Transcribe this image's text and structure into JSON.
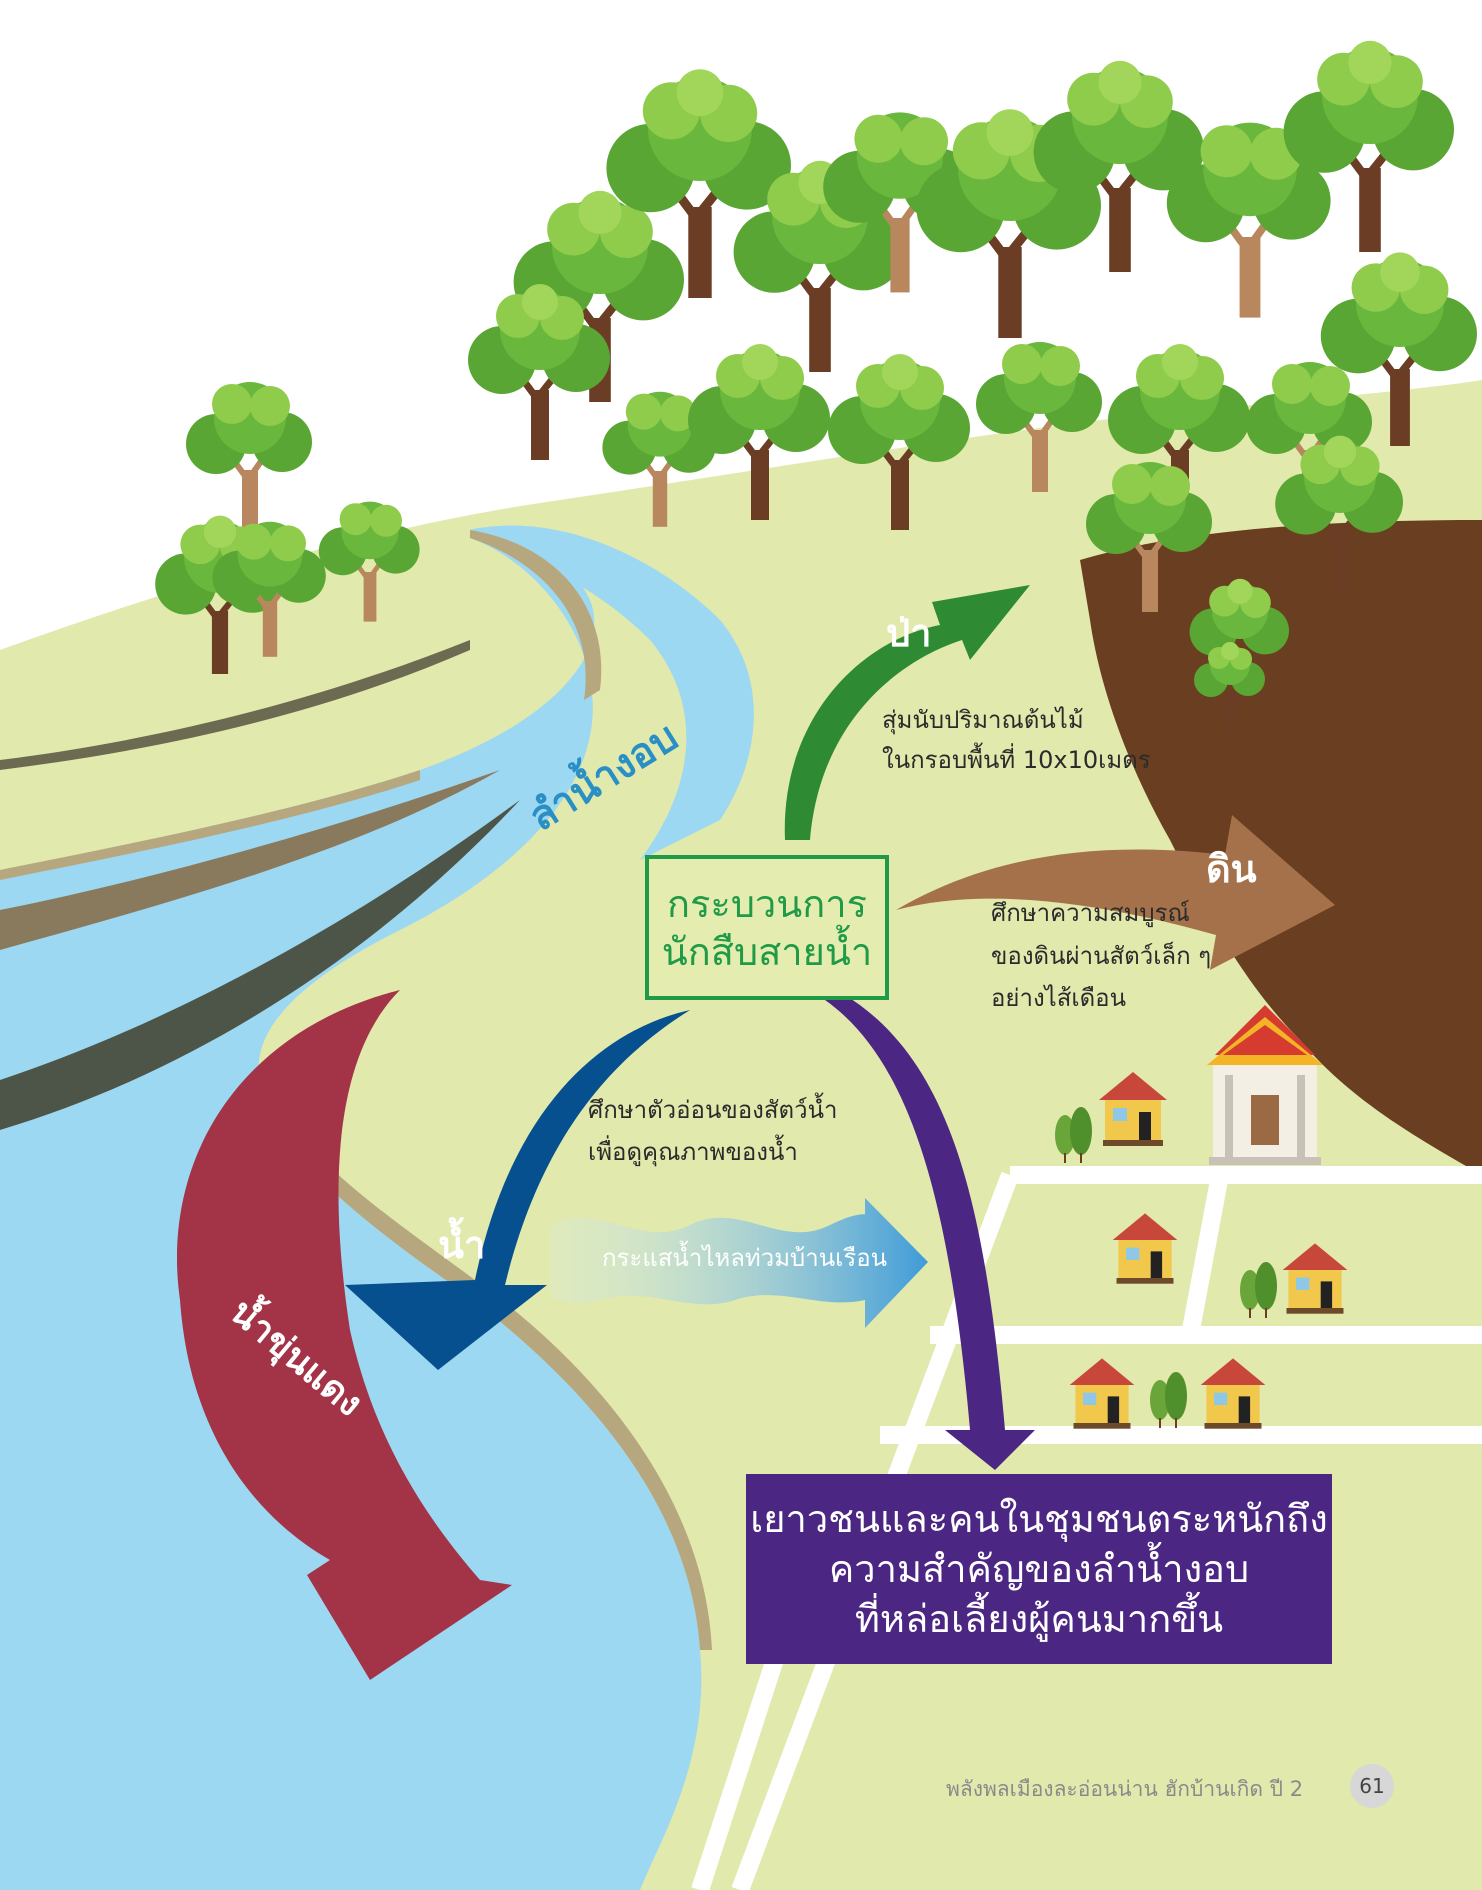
{
  "diagram": {
    "center": {
      "line1": "กระบวนการ",
      "line2": "นักสืบสายน้ำ"
    },
    "river_label": "ลำน้ำงอบ",
    "branches": {
      "forest": {
        "title": "ป่า",
        "note_line1": "สุ่มนับปริมาณต้นไม้",
        "note_line2": "ในกรอบพื้นที่ 10x10เมตร",
        "color": "#2f8a34"
      },
      "soil": {
        "title": "ดิน",
        "note_line1": "ศึกษาความสมบูรณ์",
        "note_line2": "ของดินผ่านสัตว์เล็ก ๆ",
        "note_line3": "อย่างไส้เดือน",
        "color": "#a5714a"
      },
      "water": {
        "title": "น้ำ",
        "note_line1": "ศึกษาตัวอ่อนของสัตว์น้ำ",
        "note_line2": "เพื่อดูคุณภาพของน้ำ",
        "color": "#07508f"
      },
      "red_water": {
        "title": "น้ำขุ่นแดง",
        "color": "#a33346"
      },
      "flood": {
        "label": "กระแสน้ำไหลท่วมบ้านเรือน",
        "color": "#4aa3dc"
      }
    },
    "outcome": {
      "line1": "เยาวชนและคนในชุมชนตระหนักถึง",
      "line2": "ความสำคัญของลำน้ำงอบ",
      "line3": "ที่หล่อเลี้ยงผู้คนมากขึ้น",
      "color": "#4b2683"
    }
  },
  "footer": {
    "text": "พลังพลเมืองละอ่อนน่าน ฮักบ้านเกิด ปี 2",
    "page_number": "61"
  },
  "colors": {
    "land": "#e1e9ad",
    "river": "#9dd8f2",
    "soil_bank": "#6a3e21",
    "bank": "#b7a77e"
  }
}
